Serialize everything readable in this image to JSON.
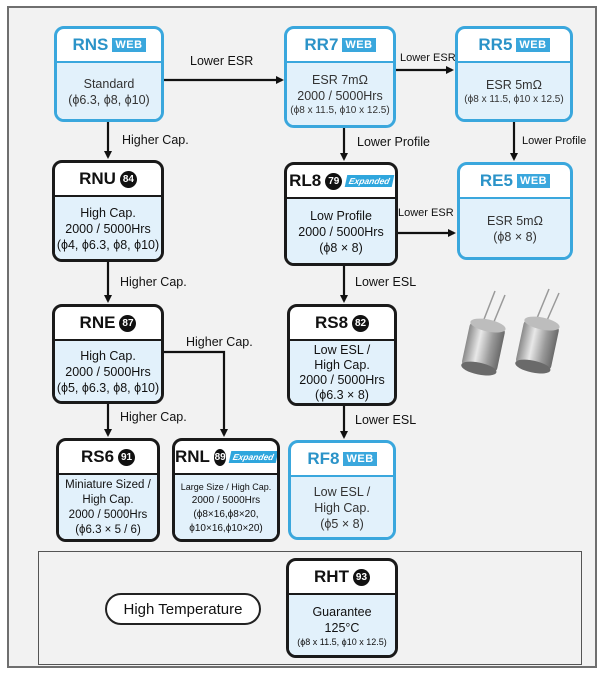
{
  "badges": {
    "web": "WEB",
    "expanded": "Expanded"
  },
  "boxes": {
    "rns": {
      "name": "RNS",
      "l1": "Standard",
      "l2": "(ϕ6.3, ϕ8, ϕ10)"
    },
    "rr7": {
      "name": "RR7",
      "l1": "ESR  7mΩ",
      "l2": "2000 / 5000Hrs",
      "l3": "(ϕ8 x 11.5, ϕ10 x 12.5)"
    },
    "rr5": {
      "name": "RR5",
      "l1": "ESR  5mΩ",
      "l2": "(ϕ8 x 11.5, ϕ10 x 12.5)"
    },
    "rnu": {
      "name": "RNU",
      "page": "84",
      "l1": "High Cap.",
      "l2": "2000 / 5000Hrs",
      "l3": "(ϕ4, ϕ6.3, ϕ8, ϕ10)"
    },
    "rl8": {
      "name": "RL8",
      "page": "79",
      "l1": "Low Profile",
      "l2": "2000 / 5000Hrs",
      "l3": "(ϕ8 × 8)"
    },
    "re5": {
      "name": "RE5",
      "l1": "ESR  5mΩ",
      "l2": "(ϕ8 × 8)"
    },
    "rne": {
      "name": "RNE",
      "page": "87",
      "l1": "High Cap.",
      "l2": "2000 / 5000Hrs",
      "l3": "(ϕ5, ϕ6.3, ϕ8, ϕ10)"
    },
    "rs8": {
      "name": "RS8",
      "page": "82",
      "l1": "Low ESL /",
      "l2": "High Cap.",
      "l3": "2000 / 5000Hrs",
      "l4": "(ϕ6.3 × 8)"
    },
    "rs6": {
      "name": "RS6",
      "page": "91",
      "l1": "Miniature Sized /",
      "l2": "High Cap.",
      "l3": "2000 / 5000Hrs",
      "l4": "(ϕ6.3 × 5 / 6)"
    },
    "rnl": {
      "name": "RNL",
      "page": "89",
      "l1": "Large Size / High Cap.",
      "l2": "2000 / 5000Hrs",
      "l3": "(ϕ8×16,ϕ8×20,",
      "l4": "ϕ10×16,ϕ10×20)"
    },
    "rf8": {
      "name": "RF8",
      "l1": "Low ESL /",
      "l2": "High Cap.",
      "l3": "(ϕ5 × 8)"
    },
    "rht": {
      "name": "RHT",
      "page": "93",
      "l1": "Guarantee",
      "l2": "125°C",
      "l3": "(ϕ8 x 11.5, ϕ10 x 12.5)"
    }
  },
  "edges": {
    "rns_rr7": "Lower ESR",
    "rr7_rr5": "Lower ESR",
    "rns_rnu": "Higher Cap.",
    "rr7_rl8": "Lower Profile",
    "rr5_re5": "Lower Profile",
    "rl8_re5": "Lower ESR",
    "rnu_rne": "Higher Cap.",
    "rl8_rs8": "Lower ESL",
    "rne_rnl": "Higher Cap.",
    "rne_rs6": "Higher Cap.",
    "rs8_rf8": "Lower ESL"
  },
  "high_temperature": "High Temperature",
  "colors": {
    "blue": "#3aa7dd",
    "dark": "#1a1a1a",
    "body": "#e2f1fb"
  }
}
